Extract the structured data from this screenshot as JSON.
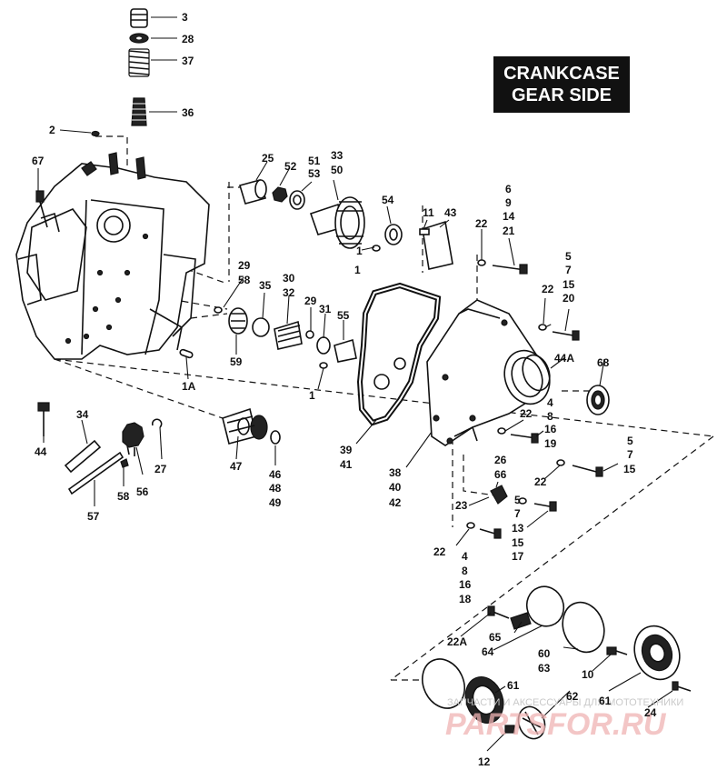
{
  "title": {
    "line1": "CRANKCASE",
    "line2": "GEAR SIDE"
  },
  "part_labels": [
    "3",
    "28",
    "37",
    "36",
    "2",
    "67",
    "25",
    "52",
    "51",
    "53",
    "33",
    "50",
    "54",
    "11",
    "43",
    "6",
    "9",
    "14",
    "21",
    "22",
    "5",
    "7",
    "15",
    "20",
    "29",
    "58",
    "35",
    "30",
    "32",
    "29",
    "31",
    "55",
    "1",
    "1",
    "59",
    "1A",
    "22",
    "68",
    "44A",
    "39",
    "41",
    "38",
    "40",
    "42",
    "4",
    "8",
    "16",
    "19",
    "22",
    "26",
    "66",
    "5",
    "7",
    "15",
    "23",
    "22",
    "5",
    "7",
    "13",
    "15",
    "17",
    "22",
    "4",
    "8",
    "16",
    "18",
    "34",
    "44",
    "27",
    "56",
    "58",
    "57",
    "47",
    "46",
    "48",
    "49",
    "65",
    "22A",
    "64",
    "60",
    "63",
    "10",
    "61",
    "62",
    "61",
    "24",
    "12",
    "1"
  ],
  "watermark": {
    "line1": "ЗАПЧАСТИ И АКСЕССУАРЫ ДЛЯ МОТОТЕХНИКИ",
    "line2": "PARTSFOR.RU"
  }
}
